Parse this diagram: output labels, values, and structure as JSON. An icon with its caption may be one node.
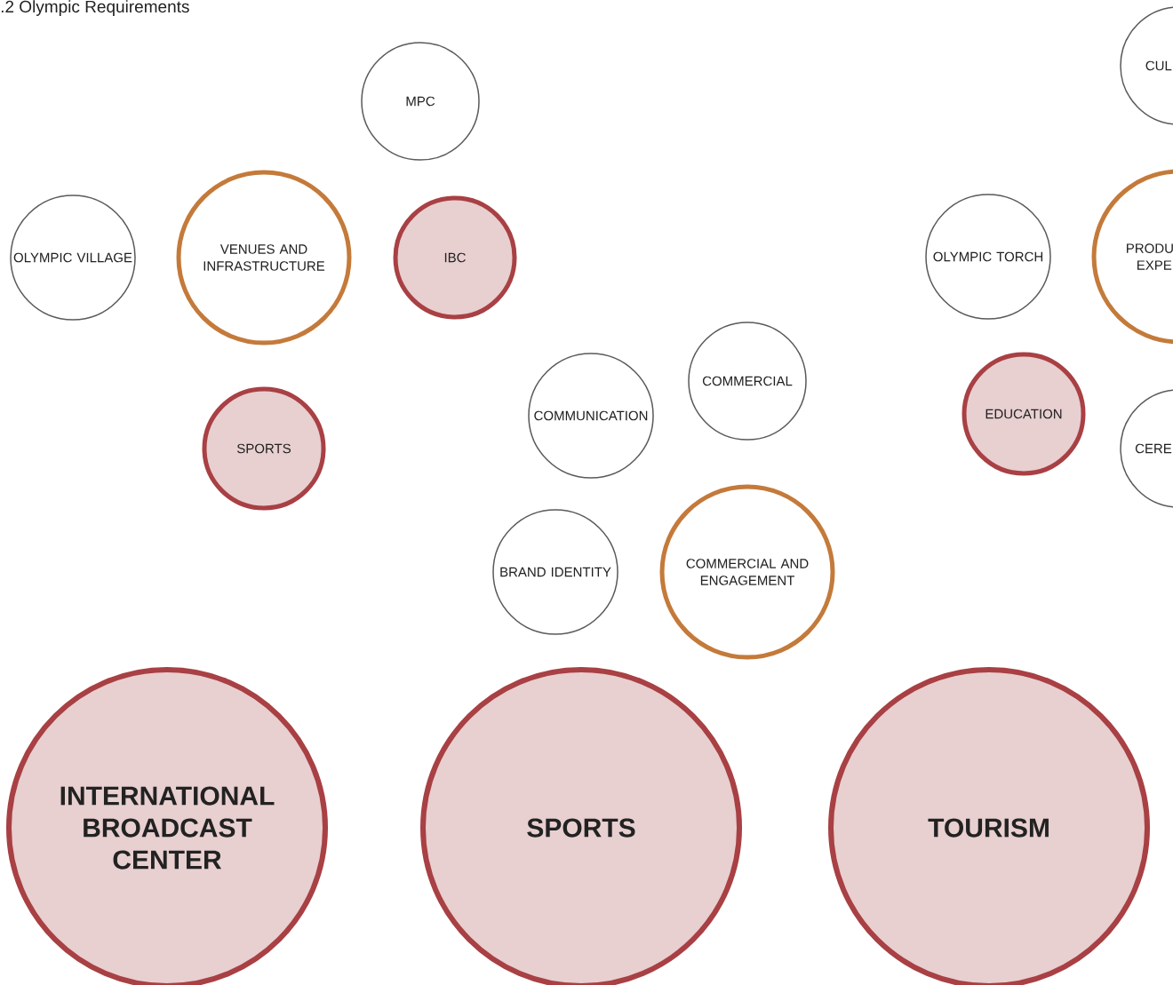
{
  "diagram": {
    "title": ".2 Olympic Requirements",
    "nodes": [
      {
        "text": [
          "MPC"
        ]
      },
      {
        "text": [
          "CUL"
        ]
      },
      {
        "text": [
          "OLYMPIC VILLAGE"
        ]
      },
      {
        "text": [
          "VENUES AND INFRASTRUCTURE"
        ]
      },
      {
        "text": [
          "IBC"
        ]
      },
      {
        "text": [
          "OLYMPIC TORCH"
        ]
      },
      {
        "text": [
          "PRODU EXPE"
        ]
      },
      {
        "text": [
          "COMMERCIAL"
        ]
      },
      {
        "text": [
          "COMMUNICATION"
        ]
      },
      {
        "text": [
          "EDUCATION"
        ]
      },
      {
        "text": [
          "SPORTS"
        ]
      },
      {
        "text": [
          "CERE"
        ]
      },
      {
        "text": [
          "BRAND IDENTITY"
        ]
      },
      {
        "text": [
          "COMMERCIAL AND ENGAGEMENT"
        ]
      },
      {
        "text": [
          "INTERNATIONAL BROADCAST CENTER"
        ]
      },
      {
        "text": [
          "SPORTS"
        ]
      },
      {
        "text": [
          "TOURISM"
        ]
      }
    ]
  }
}
